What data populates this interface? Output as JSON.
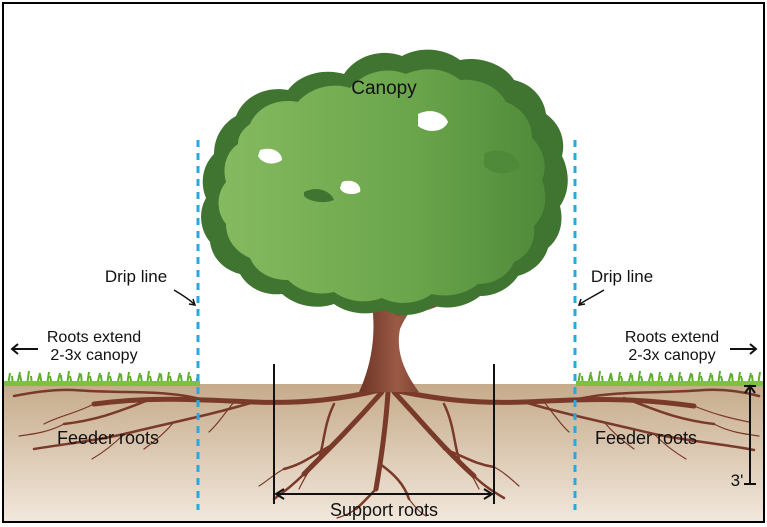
{
  "labels": {
    "canopy": "Canopy",
    "drip_line_left": "Drip line",
    "drip_line_right": "Drip line",
    "roots_extend_left_line1": "Roots extend",
    "roots_extend_left_line2": "2-3x canopy",
    "roots_extend_right_line1": "Roots extend",
    "roots_extend_right_line2": "2-3x canopy",
    "feeder_roots_left": "Feeder roots",
    "feeder_roots_right": "Feeder roots",
    "support_roots": "Support roots",
    "depth": "3'"
  },
  "colors": {
    "canopy_light": "#7fb35a",
    "canopy_mid": "#5f9a43",
    "canopy_dark": "#3f7431",
    "trunk": "#8a4a37",
    "root": "#7a3a2a",
    "soil_top": "#c8ae8f",
    "soil_bottom": "#efe4d6",
    "grass": "#5fae2e",
    "drip_line": "#29a8df"
  }
}
